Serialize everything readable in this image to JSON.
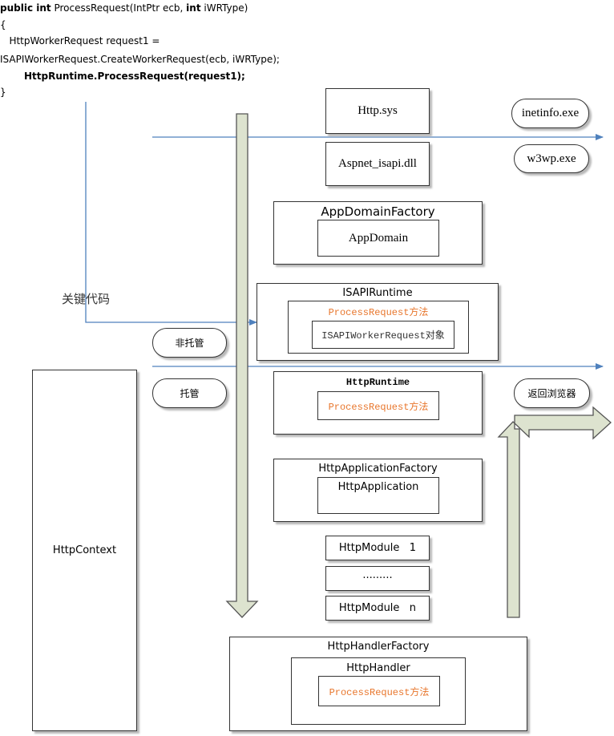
{
  "code": {
    "line1_kw1": "public int",
    "line1_mid": " ProcessRequest(IntPtr ecb, ",
    "line1_kw2": "int",
    "line1_end": " iWRType)",
    "line2": "{",
    "line3": "   HttpWorkerRequest request1 =",
    "line4": "ISAPIWorkerRequest.CreateWorkerRequest(ecb, iWRType);",
    "line5": "HttpRuntime.ProcessRequest(request1);",
    "line6": "}"
  },
  "key_code_label": "关键代码",
  "processes": {
    "inetinfo": "inetinfo.exe",
    "w3wp": "w3wp.exe"
  },
  "boxes": {
    "http_sys": "Http.sys",
    "aspnet_isapi": "Aspnet_isapi.dll",
    "appdomain_factory": "AppDomainFactory",
    "appdomain": "AppDomain",
    "isapi_runtime": "ISAPIRuntime",
    "isapi_process_request": "ProcessRequest方法",
    "isapi_worker_request": "ISAPIWorkerRequest对象",
    "http_runtime": "HttpRuntime",
    "http_runtime_process_request": "ProcessRequest方法",
    "http_application_factory": "HttpApplicationFactory",
    "http_application": "HttpApplication",
    "http_module_1": "HttpModule   1",
    "http_module_dots": "·········",
    "http_module_n": "HttpModule   n",
    "http_handler_factory": "HttpHandlerFactory",
    "http_handler": "HttpHandler",
    "http_handler_process_request": "ProcessRequest方法",
    "http_context": "HttpContext"
  },
  "pills": {
    "unmanaged": "非托管",
    "managed": "托管",
    "return_browser": "返回浏览器"
  },
  "colors": {
    "arrow_fill": "#dde3cf",
    "arrow_stroke": "#555555",
    "line_blue": "#4f81bd",
    "orange_text": "#e8762c"
  }
}
